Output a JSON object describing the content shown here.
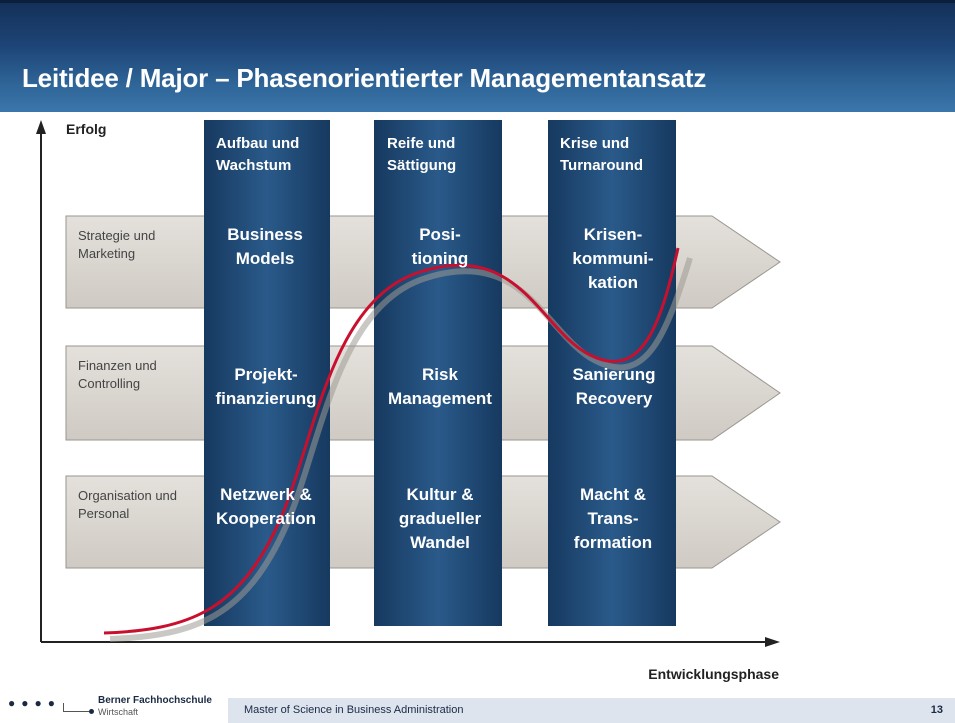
{
  "slide": {
    "title": "Leitidee / Major – Phasenorientierter Managementansatz",
    "page_number": "13"
  },
  "axes": {
    "y_label": "Erfolg",
    "x_label": "Entwicklungsphase"
  },
  "rows": [
    {
      "label_line1": "Strategie und",
      "label_line2": "Marketing"
    },
    {
      "label_line1": "Finanzen und",
      "label_line2": "Controlling"
    },
    {
      "label_line1": "Organisation und",
      "label_line2": "Personal"
    }
  ],
  "phases": [
    {
      "header_line1": "Aufbau und",
      "header_line2": "Wachstum"
    },
    {
      "header_line1": "Reife und",
      "header_line2": "Sättigung"
    },
    {
      "header_line1": "Krise und",
      "header_line2": "Turnaround"
    }
  ],
  "cells": {
    "strategy": [
      [
        "Business",
        "Models"
      ],
      [
        "Posi-",
        "tioning"
      ],
      [
        "Krisen-",
        "kommuni-",
        "kation"
      ]
    ],
    "finance": [
      [
        "Projekt-",
        "finanzierung"
      ],
      [
        "Risk",
        "Management"
      ],
      [
        "Sanierung",
        "Recovery"
      ]
    ],
    "organisation": [
      [
        "Netzwerk &",
        "Kooperation"
      ],
      [
        "Kultur &",
        "gradueller",
        "Wandel"
      ],
      [
        "Macht &",
        "Trans-",
        "formation"
      ]
    ]
  },
  "colors": {
    "header_dark": "#14305a",
    "phase_column": "#1e4a78",
    "row_band": "#d9d5cf",
    "curve": "#c8102e"
  },
  "footer": {
    "program": "Master of Science in Business Administration",
    "logo_name": "Berner Fachhochschule",
    "logo_sub": "Wirtschaft"
  }
}
